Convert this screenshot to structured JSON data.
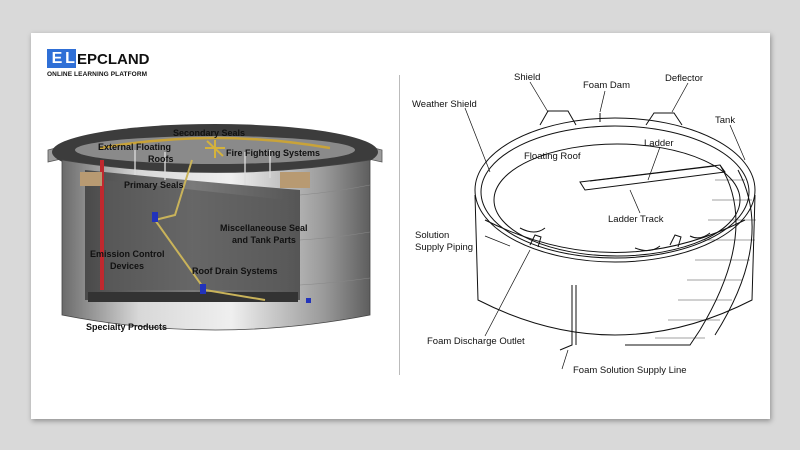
{
  "brand": {
    "mark": "EL",
    "name": "EPCLAND",
    "tagline": "ONLINE LEARNING PLATFORM",
    "accent_color": "#2f6fd6"
  },
  "left_diagram": {
    "labels": {
      "secondary_seals": "Secondary Seals",
      "external_floating": "External Floating",
      "roofs": "Roofs",
      "fire_fighting": "Fire Fighting Systems",
      "primary_seals": "Primary Seals",
      "misc_seal": "Miscellaneouse Seal",
      "tank_parts": "and Tank Parts",
      "emission_control": "Emission Control",
      "devices": "Devices",
      "roof_drain": "Roof Drain Systems",
      "specialty_products": "Specialty Products"
    }
  },
  "right_diagram": {
    "labels": {
      "shield": "Shield",
      "foam_dam": "Foam Dam",
      "deflector": "Deflector",
      "weather_shield": "Weather Shield",
      "tank": "Tank",
      "floating_roof": "Floating Roof",
      "ladder": "Ladder",
      "ladder_track": "Ladder Track",
      "solution_supply": "Solution",
      "supply_piping": "Supply Piping",
      "foam_discharge_outlet": "Foam Discharge Outlet",
      "foam_solution_supply_line": "Foam Solution Supply Line"
    }
  }
}
